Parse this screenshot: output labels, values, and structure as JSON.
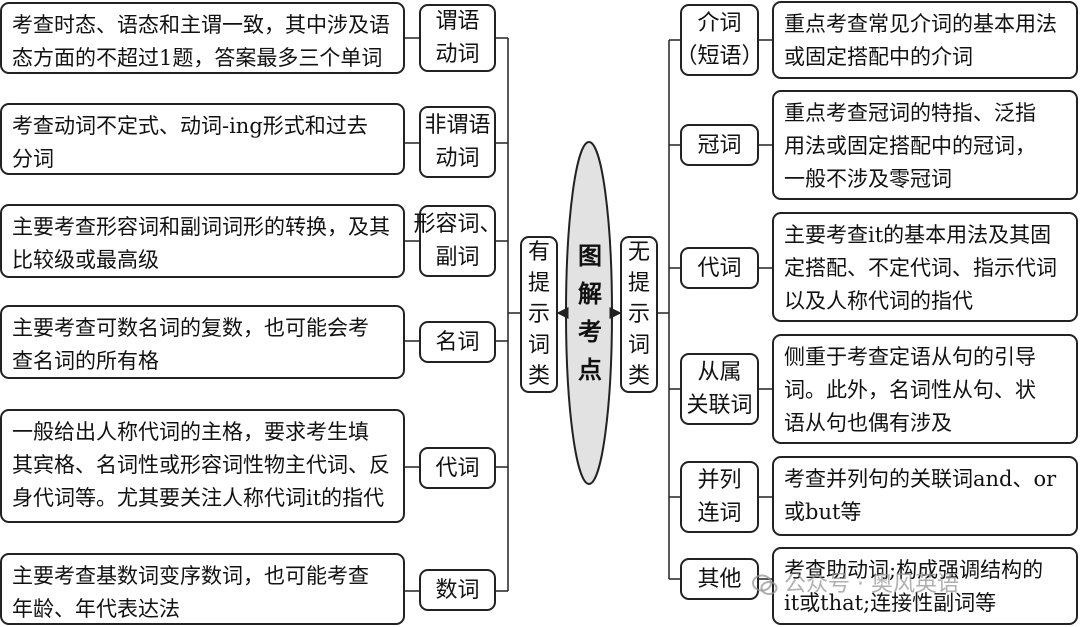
{
  "center": {
    "chars": [
      "图",
      "解",
      "考",
      "点"
    ]
  },
  "left_branch": {
    "chars": [
      "有",
      "提",
      "示",
      "词",
      "类"
    ]
  },
  "right_branch": {
    "chars": [
      "无",
      "提",
      "示",
      "词",
      "类"
    ]
  },
  "left_items": [
    {
      "category": [
        "谓语",
        "动词"
      ],
      "desc": [
        "考查时态、语态和主谓一致，其中涉及语",
        "态方面的不超过1题，答案最多三个单词"
      ]
    },
    {
      "category": [
        "非谓语",
        "动词"
      ],
      "desc": [
        "考查动词不定式、动词-ing形式和过去",
        "分词"
      ]
    },
    {
      "category": [
        "形容词、",
        "副词"
      ],
      "desc": [
        "主要考查形容词和副词词形的转换，及其",
        "比较级或最高级"
      ]
    },
    {
      "category": [
        "名词"
      ],
      "desc": [
        "主要考查可数名词的复数，也可能会考",
        "查名词的所有格"
      ]
    },
    {
      "category": [
        "代词"
      ],
      "desc": [
        "一般给出人称代词的主格，要求考生填",
        "其宾格、名词性或形容词性物主代词、反",
        "身代词等。尤其要关注人称代词it的指代"
      ]
    },
    {
      "category": [
        "数词"
      ],
      "desc": [
        "主要考查基数词变序数词，也可能考查",
        "年龄、年代表达法"
      ]
    }
  ],
  "right_items": [
    {
      "category": [
        "介词",
        "（短语）"
      ],
      "desc": [
        "重点考查常见介词的基本用法",
        "或固定搭配中的介词"
      ]
    },
    {
      "category": [
        "冠词"
      ],
      "desc": [
        "重点考查冠词的特指、泛指",
        "用法或固定搭配中的冠词，",
        "一般不涉及零冠词"
      ]
    },
    {
      "category": [
        "代词"
      ],
      "desc": [
        "主要考查it的基本用法及其固",
        "定搭配、不定代词、指示代词",
        "以及人称代词的指代"
      ]
    },
    {
      "category": [
        "从属",
        "关联词"
      ],
      "desc": [
        "侧重于考查定语从句的引导",
        "词。此外，名词性从句、状",
        "语从句也偶有涉及"
      ]
    },
    {
      "category": [
        "并列",
        "连词"
      ],
      "desc": [
        "考查并列句的关联词and、or",
        "或but等"
      ]
    },
    {
      "category": [
        "其他"
      ],
      "desc": [
        "考查助动词;构成强调结构的",
        "it或that;连接性副词等"
      ]
    }
  ],
  "watermark": {
    "text": "公众号 · 奥风英语"
  },
  "colors": {
    "stroke": "#222222",
    "ellipse_fill": "#e2e2e2",
    "background": "#ffffff"
  }
}
